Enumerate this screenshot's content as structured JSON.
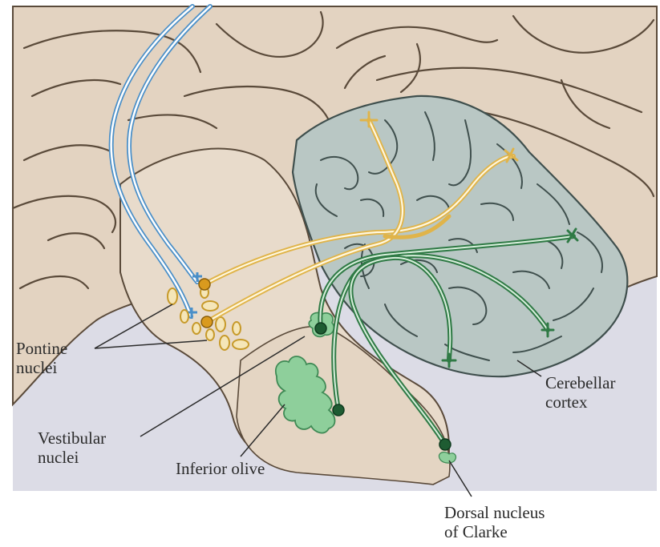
{
  "labels": {
    "pontine_nuclei": [
      "Pontine",
      "nuclei"
    ],
    "vestibular_nuclei": [
      "Vestibular",
      "nuclei"
    ],
    "inferior_olive": "Inferior olive",
    "cerebellar_cortex": [
      "Cerebellar",
      "cortex"
    ],
    "dorsal_nucleus_of_clarke": [
      "Dorsal nucleus",
      "of Clarke"
    ]
  },
  "colors": {
    "brain_tissue": "#e3d3c1",
    "cerebellum_gray": "#b9c7c4",
    "cortical_tract_blue": "#4a8fc8",
    "pontine_pathway_yellow": "#e0b44a",
    "spinal_olivary_pathway_green": "#2f7a45",
    "inferior_olive_green": "#8ecf9b",
    "background_lavender": "#dcdce6"
  }
}
